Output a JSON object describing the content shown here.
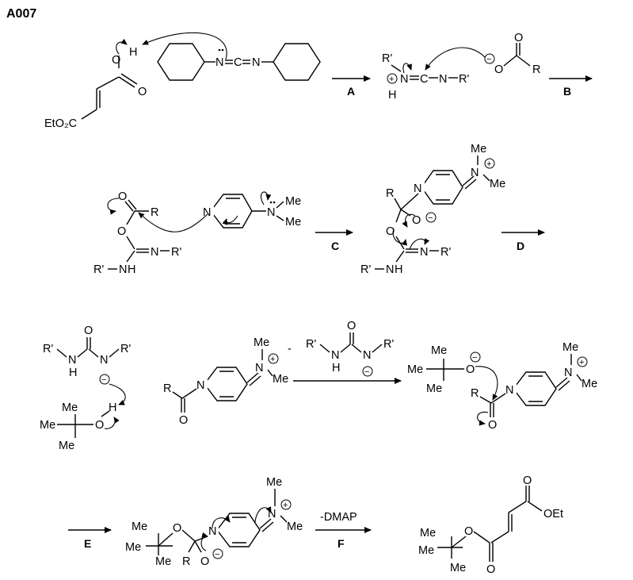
{
  "title": "A007",
  "step_labels": {
    "A": "A",
    "B": "B",
    "C": "C",
    "D": "D",
    "E": "E",
    "F": "F",
    "f_reagent": "-DMAP"
  },
  "atoms": {
    "o": "O",
    "h": "H",
    "n": "N",
    "c": "C",
    "r": "R",
    "rp": "R'",
    "me": "Me",
    "et_ester": "EtO₂C",
    "oet": "OEt",
    "charge_plus": "+",
    "charge_minus": "−",
    "dash": "-"
  },
  "colors": {
    "ink": "#000000",
    "background": "#ffffff"
  }
}
